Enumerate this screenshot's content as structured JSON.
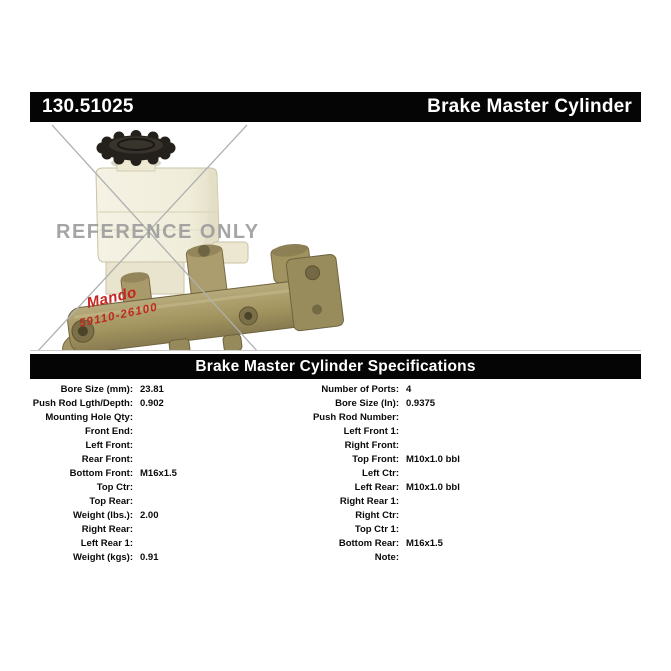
{
  "header": {
    "part_number": "130.51025",
    "product_title": "Brake Master Cylinder"
  },
  "photo": {
    "watermark": "REFERENCE ONLY",
    "brand_text": "Mando",
    "casting_number": "59110-26100"
  },
  "specs": {
    "title": "Brake Master Cylinder Specifications",
    "left": [
      {
        "label": "Bore Size (mm):",
        "value": "23.81"
      },
      {
        "label": "Push Rod Lgth/Depth:",
        "value": "0.902"
      },
      {
        "label": "Mounting Hole Qty:",
        "value": ""
      },
      {
        "label": "Front End:",
        "value": ""
      },
      {
        "label": "Left Front:",
        "value": ""
      },
      {
        "label": "Rear Front:",
        "value": ""
      },
      {
        "label": "Bottom Front:",
        "value": "M16x1.5"
      },
      {
        "label": "Top Ctr:",
        "value": ""
      },
      {
        "label": "Top Rear:",
        "value": ""
      },
      {
        "label": "Weight (lbs.):",
        "value": "2.00"
      },
      {
        "label": "Right Rear:",
        "value": ""
      },
      {
        "label": "Left Rear 1:",
        "value": ""
      },
      {
        "label": "Weight (kgs):",
        "value": "0.91"
      }
    ],
    "right": [
      {
        "label": "Number of Ports:",
        "value": "4"
      },
      {
        "label": "Bore Size (In):",
        "value": "0.9375"
      },
      {
        "label": "Push Rod Number:",
        "value": ""
      },
      {
        "label": "Left Front 1:",
        "value": ""
      },
      {
        "label": "Right Front:",
        "value": ""
      },
      {
        "label": "Top Front:",
        "value": "M10x1.0 bbl"
      },
      {
        "label": "Left Ctr:",
        "value": ""
      },
      {
        "label": "Left Rear:",
        "value": "M10x1.0 bbl"
      },
      {
        "label": "Right Rear 1:",
        "value": ""
      },
      {
        "label": "Right Ctr:",
        "value": ""
      },
      {
        "label": "Top Ctr 1:",
        "value": ""
      },
      {
        "label": "Bottom Rear:",
        "value": "M16x1.5"
      },
      {
        "label": "Note:",
        "value": ""
      }
    ]
  },
  "colors": {
    "bar_background": "#050505",
    "bar_text": "#ffffff",
    "watermark_gray": "#9c9c9c",
    "brand_red": "#c7231f",
    "reservoir_white": "#f2efde",
    "body_tan": "#a89a6a"
  }
}
